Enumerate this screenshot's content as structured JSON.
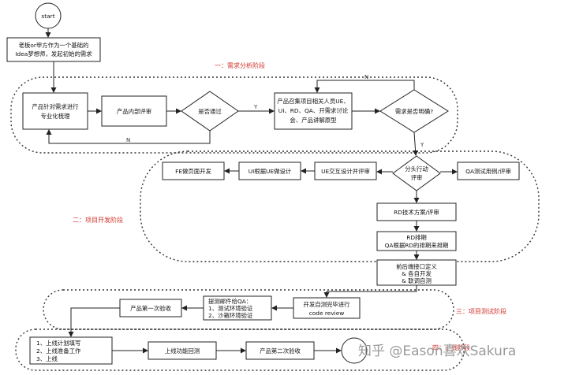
{
  "nodes": {
    "start": "start",
    "idea_1": "老板or甲方作为一个基础的",
    "idea_2": "Idea梦想师，发起初始的需求",
    "pm_process_1": "产品针对需求进行",
    "pm_process_2": "专业化梳理",
    "internal_review": "产品内部评审",
    "passed": "是否通过",
    "gather_1": "产品召集项目相关人员UE、",
    "gather_2": "UI、RD、QA、开需求讨论",
    "gather_3": "会、产品讲解原型",
    "clear": "需求是否明确?",
    "split_1": "分头行动",
    "split_2": "评审",
    "ue_design": "UE交互设计并评审",
    "ui_design": "UI根据UE做设计",
    "fe_dev": "FE做页面开发",
    "qa_cases": "QA测试用例/评审",
    "rd_plan": "RD技术方案/评审",
    "rd_schedule_1": "RD排期",
    "rd_schedule_2": "QA根据RD的排期来排期",
    "dev_1": "前后端接口定义",
    "dev_2": "& 各自开发",
    "dev_3": "& 联调自测",
    "self_test_1": "开发自测完毕进行",
    "self_test_2": "code review",
    "submit_1": "提测邮件给QA：",
    "submit_2": "1、测试环境验证",
    "submit_3": "2、沙箱环境验证",
    "accept_1": "产品第一次验收",
    "launch_1": "1、上线计划填写",
    "launch_2": "2、上线准备工作",
    "launch_3": "3、上线",
    "regression": "上线功能回测",
    "accept_2": "产品第二次验收"
  },
  "stages": {
    "s1": "一：需求分析阶段",
    "s2": "二：项目开发阶段",
    "s3": "三：项目测试阶段",
    "s4": "四：上线阶段"
  },
  "edge_labels": {
    "yes_1": "Y",
    "yes_2": "Y",
    "no_1": "N",
    "no_2": "N"
  },
  "watermark": "知乎 @Eason喜欢Sakura"
}
